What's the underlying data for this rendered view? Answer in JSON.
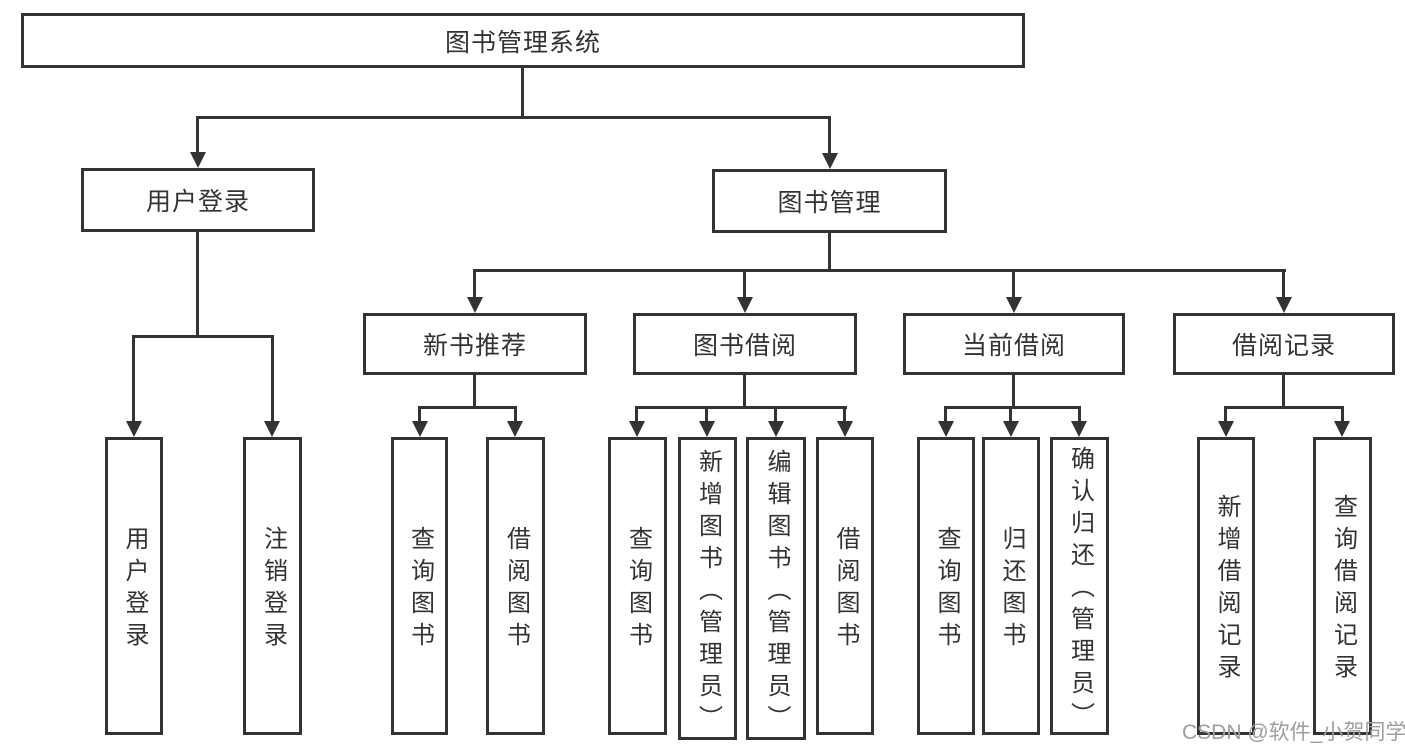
{
  "tree": {
    "root": {
      "label": "图书管理系统",
      "children": [
        {
          "label": "用户登录",
          "children": [
            {
              "label": "用户登录"
            },
            {
              "label": "注销登录"
            }
          ]
        },
        {
          "label": "图书管理",
          "children": [
            {
              "label": "新书推荐",
              "children": [
                {
                  "label": "查询图书"
                },
                {
                  "label": "借阅图书"
                }
              ]
            },
            {
              "label": "图书借阅",
              "children": [
                {
                  "label": "查询图书"
                },
                {
                  "label": "新增图书（管理员）"
                },
                {
                  "label": "编辑图书（管理员）"
                },
                {
                  "label": "借阅图书"
                }
              ]
            },
            {
              "label": "当前借阅",
              "children": [
                {
                  "label": "查询图书"
                },
                {
                  "label": "归还图书"
                },
                {
                  "label": "确认归还（管理员）"
                }
              ]
            },
            {
              "label": "借阅记录",
              "children": [
                {
                  "label": "新增借阅记录"
                },
                {
                  "label": "查询借阅记录"
                }
              ]
            }
          ]
        }
      ]
    }
  },
  "watermark": "CSDN @软件_小贺同学",
  "colors": {
    "line": "#333333",
    "text": "#333333",
    "watermark": "#9e9e9e",
    "background": "#ffffff"
  }
}
